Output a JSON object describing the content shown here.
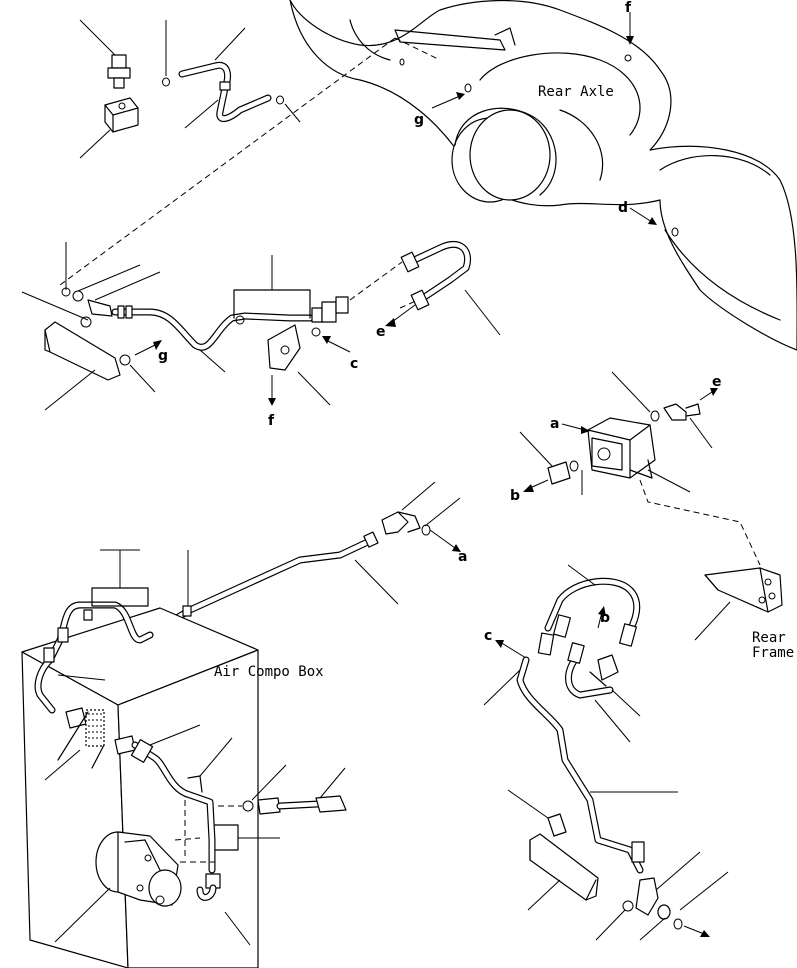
{
  "labels": {
    "rear_axle": "Rear Axle",
    "air_compo_box": "Air Compo Box",
    "rear_frame_line1": "Rear",
    "rear_frame_line2": "Frame"
  },
  "callouts": {
    "a": "a",
    "b": "b",
    "c": "c",
    "d": "d",
    "e": "e",
    "f": "f",
    "g": "g"
  }
}
